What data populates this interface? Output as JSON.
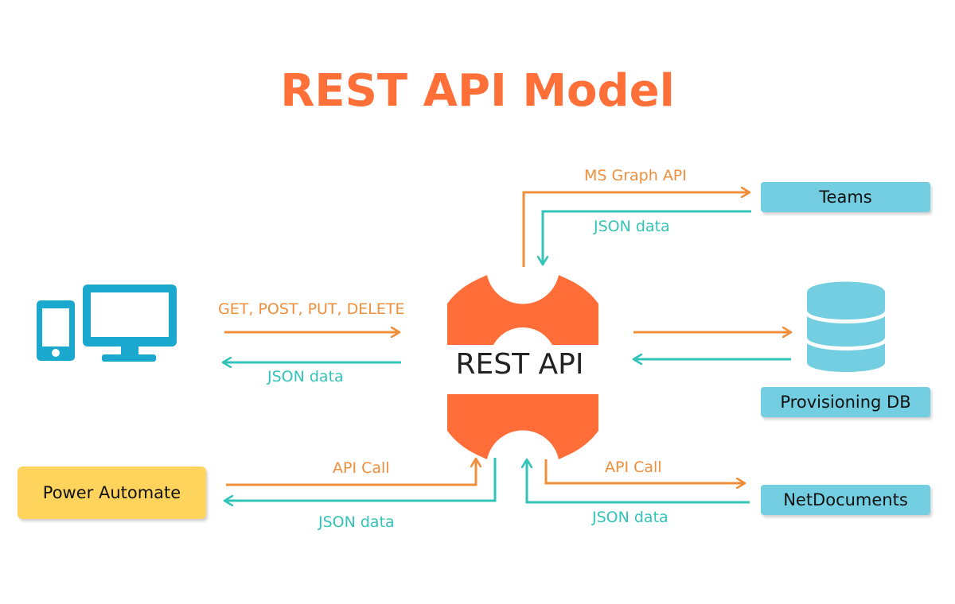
{
  "title": "REST API Model",
  "center": {
    "label": "REST API"
  },
  "colors": {
    "title": "#ff7039",
    "gear": "#ff6d38",
    "request_arrow": "#ef8f3c",
    "response_arrow": "#33c4b8",
    "service_box": "#72cee0",
    "power_automate_box": "#ffd45c",
    "device_icon": "#1aa8cf",
    "database_icon": "#72cee0"
  },
  "nodes": {
    "client_devices": {
      "icon": "phone-and-monitor-icon"
    },
    "power_automate": {
      "label": "Power Automate"
    },
    "teams": {
      "label": "Teams"
    },
    "provisioning_db": {
      "label": "Provisioning DB",
      "icon": "database-icon"
    },
    "netdocuments": {
      "label": "NetDocuments"
    }
  },
  "edges": {
    "client_request": "GET, POST, PUT, DELETE",
    "client_response": "JSON data",
    "teams_request": "MS Graph API",
    "teams_response": "JSON data",
    "power_automate_request": "API Call",
    "power_automate_response": "JSON data",
    "netdocuments_request": "API Call",
    "netdocuments_response": "JSON data"
  }
}
